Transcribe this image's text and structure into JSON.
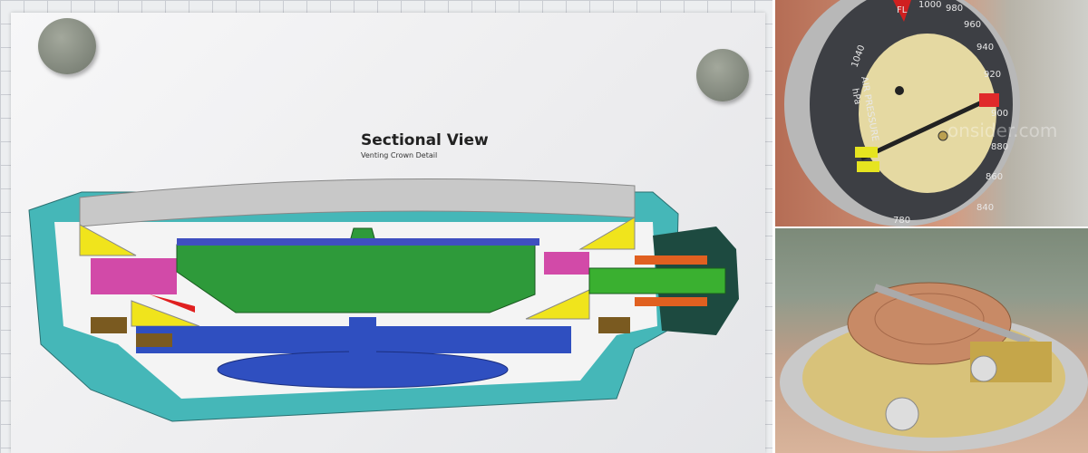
{
  "diagram": {
    "title": "Sectional View",
    "subtitle": "Venting Crown Detail"
  },
  "dial": {
    "label_line1": "AIR PRESSURE",
    "label_line2": "hPa",
    "marker": "FL",
    "scale": [
      "1040",
      "1000",
      "980",
      "960",
      "940",
      "920",
      "900",
      "880",
      "860",
      "840",
      "780"
    ]
  },
  "watermark": "onsider.com",
  "colors": {
    "case": "#3fb3b5",
    "movement": "#2e9a3a",
    "rotor": "#2f4fc0",
    "gasket": "#f0e020",
    "crown": "#1d4a40",
    "stem": "#e06020"
  }
}
